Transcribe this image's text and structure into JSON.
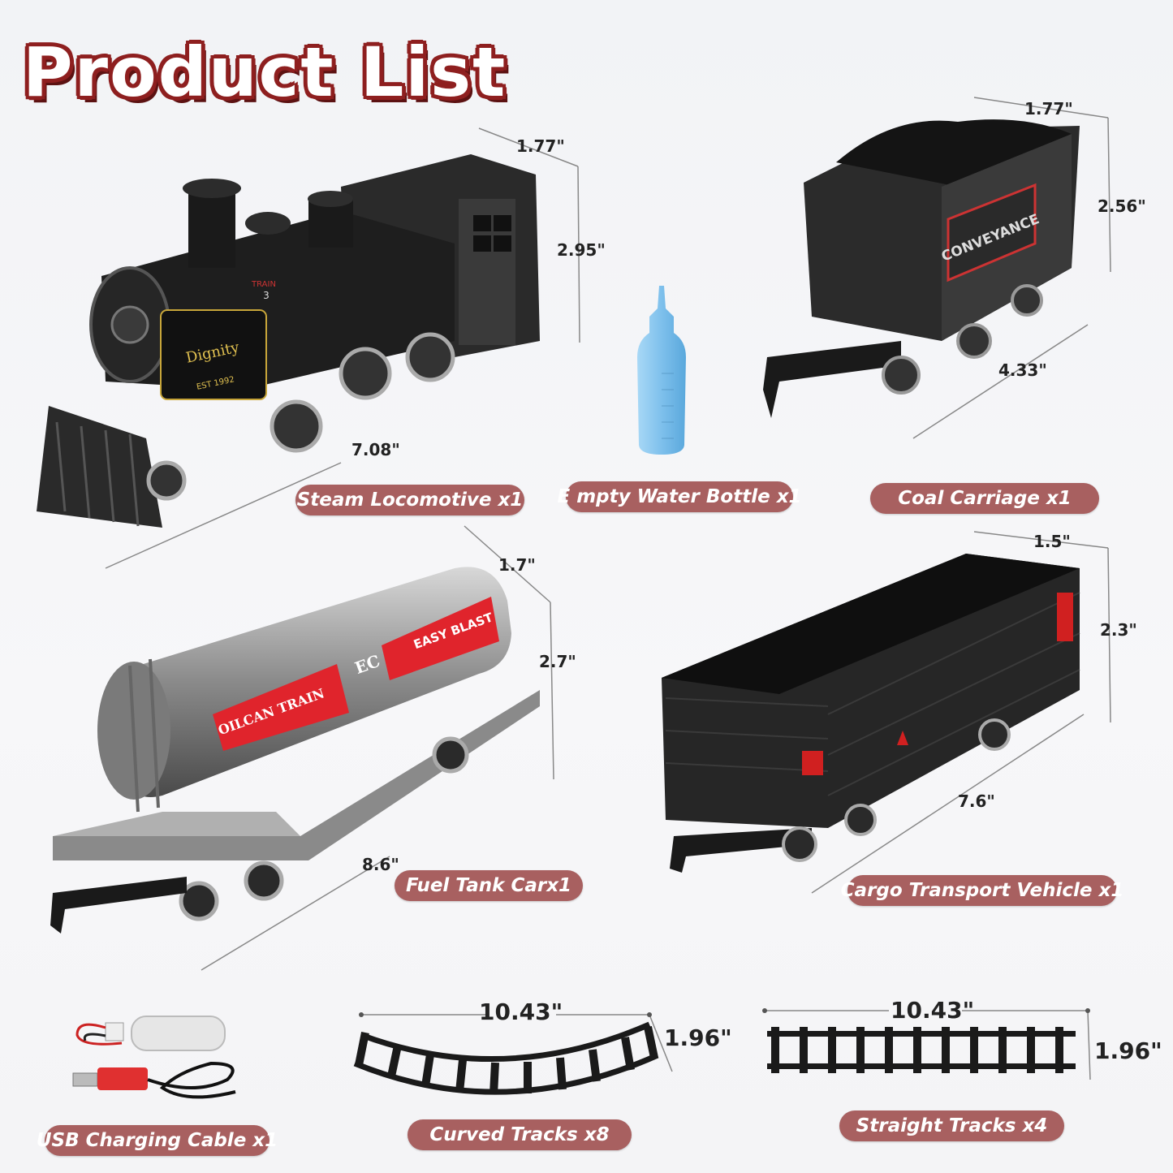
{
  "title": "Product List",
  "items": {
    "locomotive": {
      "label": "Steam Locomotive x1",
      "width": "1.77\"",
      "height": "2.95\"",
      "length": "7.08\""
    },
    "bottle": {
      "label": "E mpty Water Bottle x1"
    },
    "coal": {
      "label": "Coal Carriage x1",
      "width": "1.77\"",
      "height": "2.56\"",
      "length": "4.33\""
    },
    "tank": {
      "label": "Fuel Tank Carx1",
      "width": "1.7\"",
      "height": "2.7\"",
      "length": "8.6\""
    },
    "cargo": {
      "label": "Cargo Transport Vehicle x1",
      "width": "1.5\"",
      "height": "2.3\"",
      "length": "7.6\""
    },
    "usb": {
      "label": "USB Charging Cable x1"
    },
    "curved": {
      "label": "Curved Tracks x8",
      "length": "10.43\"",
      "height": "1.96\""
    },
    "straight": {
      "label": "Straight Tracks x4",
      "length": "10.43\"",
      "height": "1.96\""
    }
  },
  "printed_text": {
    "loco_brand": "Dignity",
    "loco_est": "EST 1992",
    "loco_train": "TRAIN",
    "loco_num": "3",
    "coal_brand": "CONVEYANCE",
    "tank_left": "OILCAN TRAIN",
    "tank_right": "EASY BLAST",
    "tank_mid": "EC"
  },
  "colors": {
    "pill": "#a86060",
    "title_outline": "#8e1f1f",
    "tank_red": "#e0242c",
    "bottle": "#8ec9ef"
  }
}
